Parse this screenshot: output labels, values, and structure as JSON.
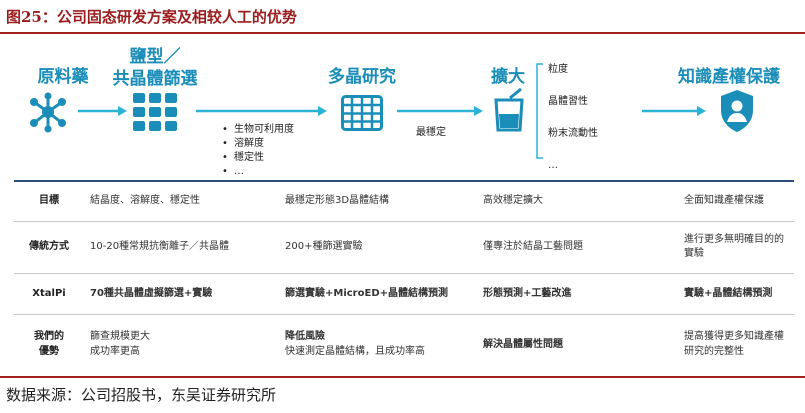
{
  "figure_title": "图25：公司固态研发方案及相较人工的优势",
  "stages": [
    {
      "title": "原料藥",
      "icon": "molecule-icon"
    },
    {
      "title_line1": "鹽型／",
      "title_line2": "共晶體篩選",
      "icon": "grid-icon"
    },
    {
      "title": "多晶研究",
      "icon": "table-icon"
    },
    {
      "title": "擴大",
      "icon": "beaker-icon"
    },
    {
      "title": "知識產權保護",
      "icon": "shield-user-icon"
    }
  ],
  "screening_bullets": [
    "生物可利用度",
    "溶解度",
    "穩定性",
    "…"
  ],
  "arrow_label": "最穩定",
  "scaleup_list": [
    "粒度",
    "晶體習性",
    "粉末流動性",
    "…"
  ],
  "colors": {
    "accent": "#1a8db8",
    "arrow": "#2bb3d6",
    "title_red": "#9b1c1c"
  },
  "table": {
    "rows": [
      {
        "label": "目標",
        "cells": [
          "結晶度、溶解度、穩定性",
          "最穩定形態3D晶體結構",
          "高效穩定擴大",
          "全面知識產權保護"
        ]
      },
      {
        "label": "傳統方式",
        "cells": [
          "10-20種常規抗衡離子／共晶體",
          "200+種篩選實驗",
          "僅專注於結晶工藝問題",
          "進行更多無明確目的的實驗"
        ]
      },
      {
        "label": "XtalPi",
        "cells": [
          "70種共晶體虛擬篩選+實驗",
          "篩選實驗+MicroED+晶體結構預測",
          "形態預測+工藝改進",
          "實驗+晶體結構預測"
        ]
      },
      {
        "label_line1": "我們的",
        "label_line2": "優勢",
        "cells": [
          "篩查規模更大",
          "成功率更高",
          "降低風險",
          "快速測定晶體結構，且成功率高",
          "解決晶體屬性問題",
          "提高獲得更多知識產權",
          "研究的完整性"
        ]
      }
    ]
  },
  "source": "数据来源：公司招股书，东吴证券研究所"
}
